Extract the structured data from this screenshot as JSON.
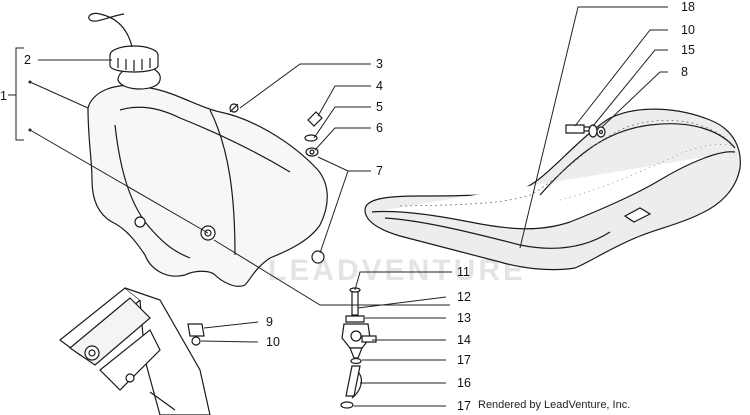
{
  "watermark": "LEADVENTURE",
  "credit": "Rendered by LeadVenture, Inc.",
  "callouts": {
    "c1": "1",
    "c2": "2",
    "c3": "3",
    "c4": "4",
    "c5": "5",
    "c6": "6",
    "c7": "7",
    "c8": "8",
    "c9": "9",
    "c10a": "10",
    "c10b": "10",
    "c11": "11",
    "c12": "12",
    "c13": "13",
    "c14": "14",
    "c15": "15",
    "c16": "16",
    "c17a": "17",
    "c17b": "17",
    "c18": "18"
  }
}
